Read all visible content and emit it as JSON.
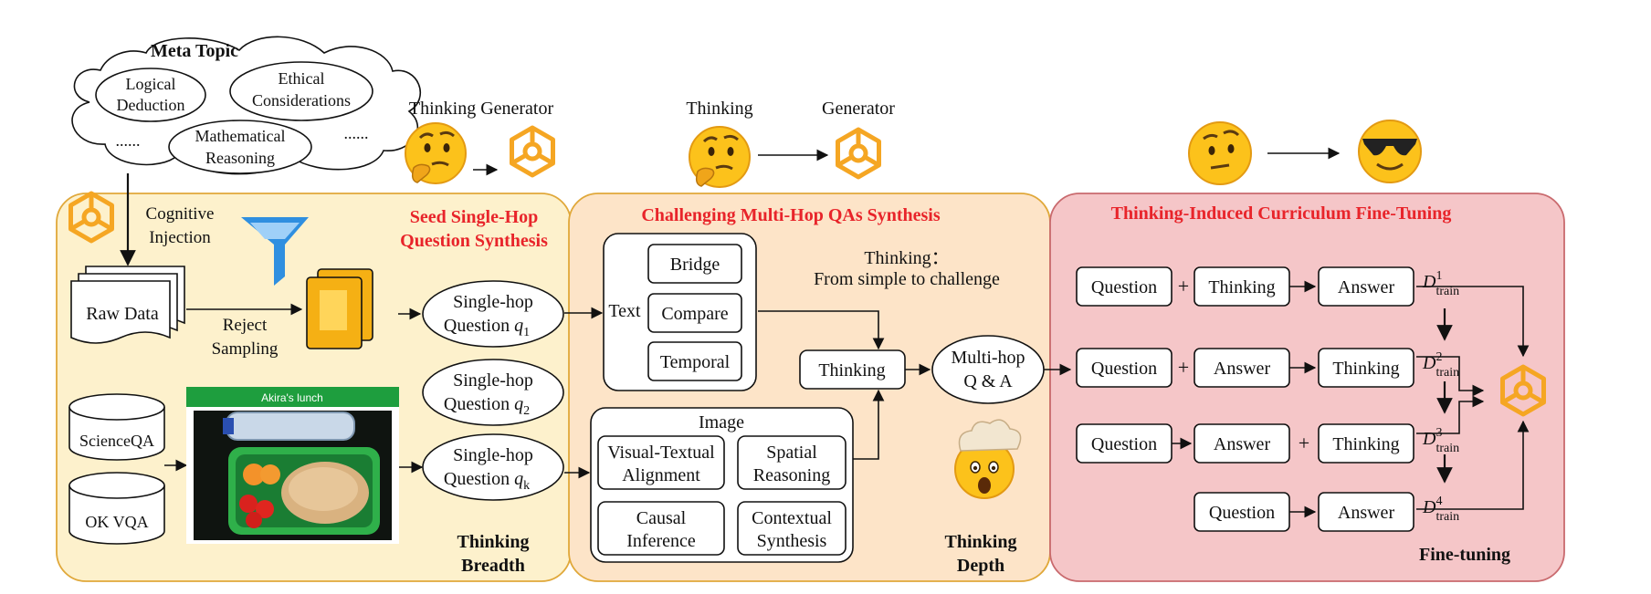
{
  "meta_topic": {
    "title": "Meta Topic",
    "items": [
      "Logical Deduction",
      "Ethical Considerations",
      "Mathematical Reasoning"
    ],
    "ellipsis": "......"
  },
  "top_labels": {
    "thinking_generator": "Thinking Generator",
    "thinking": "Thinking",
    "generator": "Generator"
  },
  "panel1": {
    "title": [
      "Seed Single-Hop",
      "Question Synthesis"
    ],
    "cognitive": [
      "Cognitive",
      "Injection"
    ],
    "raw_data": "Raw Data",
    "reject": [
      "Reject",
      "Sampling"
    ],
    "datasets": [
      "ScienceQA",
      "OK VQA"
    ],
    "photo_caption": "Akira's lunch",
    "questions": [
      {
        "line1": "Single-hop",
        "line2": "Question",
        "var": "q",
        "sub": "1"
      },
      {
        "line1": "Single-hop",
        "line2": "Question",
        "var": "q",
        "sub": "2"
      },
      {
        "line1": "Single-hop",
        "line2": "Question",
        "var": "q",
        "sub": "k"
      }
    ],
    "footer": [
      "Thinking",
      "Breadth"
    ]
  },
  "panel2": {
    "title": "Challenging Multi-Hop QAs Synthesis",
    "text_label": "Text",
    "text_items": [
      "Bridge",
      "Compare",
      "Temporal"
    ],
    "image_label": "Image",
    "image_items": [
      [
        "Visual-Textual",
        "Alignment"
      ],
      [
        "Spatial",
        "Reasoning"
      ],
      [
        "Causal",
        "Inference"
      ],
      [
        "Contextual",
        "Synthesis"
      ]
    ],
    "thinking_note": [
      "Thinking：",
      "From simple to challenge"
    ],
    "thinking_box": "Thinking",
    "multihop": [
      "Multi-hop",
      "Q & A"
    ],
    "footer": [
      "Thinking",
      "Depth"
    ]
  },
  "panel3": {
    "title": "Thinking-Induced Curriculum Fine-Tuning",
    "plus": "+",
    "rows": [
      {
        "cells": [
          "Question",
          "Thinking",
          "Answer"
        ],
        "d": "D",
        "sup": "1",
        "sub": "train"
      },
      {
        "cells": [
          "Question",
          "Answer",
          "Thinking"
        ],
        "d": "D",
        "sup": "2",
        "sub": "train"
      },
      {
        "cells": [
          "Question",
          "Answer",
          "Thinking"
        ],
        "d": "D",
        "sup": "3",
        "sub": "train"
      },
      {
        "cells": [
          "Question",
          "Answer"
        ],
        "d": "D",
        "sup": "4",
        "sub": "train"
      }
    ],
    "footer": "Fine-tuning"
  },
  "colors": {
    "panel_yellow": "#fdf1cc",
    "panel_orange": "#fde4c8",
    "panel_pink": "#f5c6c8",
    "panel_yellow_border": "#e0a83a",
    "panel_pink_border": "#c96a6e",
    "title_red": "#e8242a",
    "accent_orange": "#f5a623",
    "funnel_blue": "#2f8fe0",
    "photo_green": "#1e9e3e"
  }
}
